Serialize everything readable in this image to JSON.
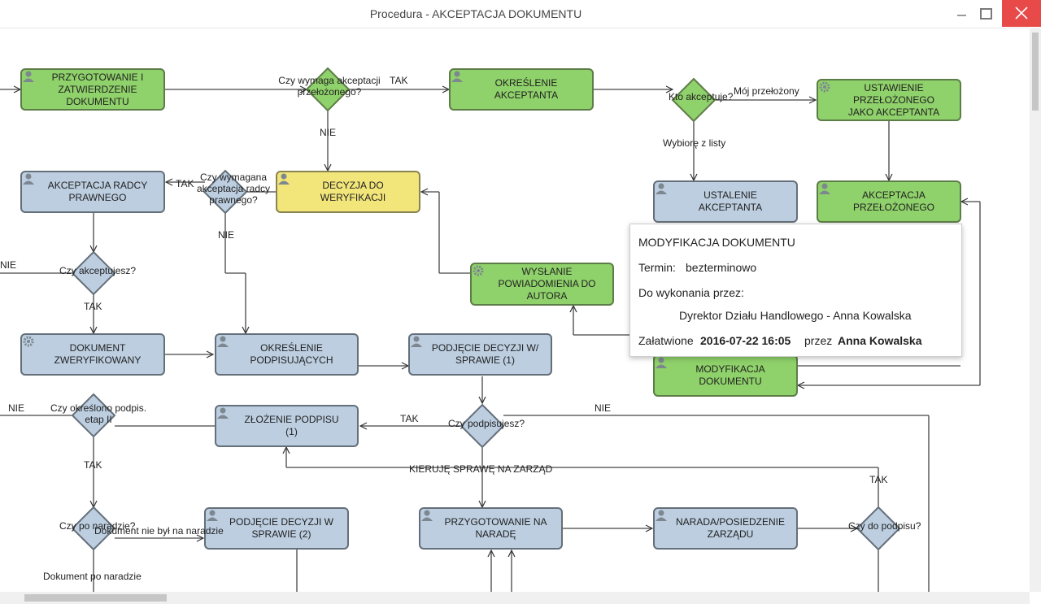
{
  "window": {
    "title": "Procedura - AKCEPTACJA DOKUMENTU"
  },
  "colors": {
    "green": "#8fd16a",
    "blue": "#bccee0",
    "yellow": "#f2e57a",
    "close": "#e84a4a"
  },
  "nodes": {
    "przygotowanie": "PRZYGOTOWANIE I ZATWIERDZENIE DOKUMENTU",
    "okreslenie_akceptanta": "OKREŚLENIE AKCEPTANTA",
    "ustawienie_przelozonego": "USTAWIENIE PRZEŁOŻONEGO JAKO AKCEPTANTA",
    "akceptacja_radcy": "AKCEPTACJA RADCY PRAWNEGO",
    "decyzja_weryfikacji": "DECYZJA DO WERYFIKACJI",
    "ustalenie_akceptanta": "USTALENIE AKCEPTANTA",
    "akceptacja_przelozonego": "AKCEPTACJA PRZEŁOŻONEGO",
    "wyslanie_powiadomienia": "WYSŁANIE POWIADOMIENIA DO AUTORA",
    "dokument_zweryfikowany": "DOKUMENT ZWERYFIKOWANY",
    "okreslenie_podpisujacych": "OKREŚLENIE PODPISUJĄCYCH",
    "podjecie_decyzji_1": "PODJĘCIE DECYZJI W/ SPRAWIE (1)",
    "modyfikacja": "MODYFIKACJA DOKUMENTU",
    "zlozenie_podpisu": "ZŁOŻENIE PODPISU (1)",
    "podjecie_decyzji_2": "PODJĘCIE DECYZJI W SPRAWIE (2)",
    "przygotowanie_narade": "PRZYGOTOWANIE NA NARADĘ",
    "narada": "NARADA/POSIEDZENIE ZARZĄDU"
  },
  "gateways": {
    "g1": "Czy wymaga akceptacji przełożonego?",
    "g2": "Kto akceptuje?",
    "g3": "Czy wymagana akceptacja radcy prawnego?",
    "g4": "Czy akceptujesz?",
    "g5": "Czy określono podpis. etap II",
    "g6": "Czy podpisujesz?",
    "g7": "Czy po naradzie?",
    "g8": "Czy do podpisu?"
  },
  "edges": {
    "tak": "TAK",
    "nie": "NIE",
    "moj_przelozony": "Mój przełożony",
    "wybiore_z_listy": "Wybiorę z listy",
    "kieruje": "KIERUJĘ SPRAWĘ NA ZARZĄD",
    "nie_byl": "Dokument nie był na naradzie",
    "po_naradzie": "Dokument po naradzie"
  },
  "popup": {
    "title": "MODYFIKACJA DOKUMENTU",
    "termin_label": "Termin:",
    "termin_value": "bezterminowo",
    "wykonanie_label": "Do wykonania przez:",
    "assignee": "Dyrektor Działu Handlowego - Anna Kowalska",
    "done_label": "Załatwione",
    "done_date": "2016-07-22 16:05",
    "done_by_label": "przez",
    "done_by": "Anna Kowalska"
  },
  "icons": {
    "window": [
      "minimize-icon",
      "maximize-icon",
      "close-icon"
    ],
    "task": [
      "user-task-icon",
      "service-task-icon"
    ]
  }
}
